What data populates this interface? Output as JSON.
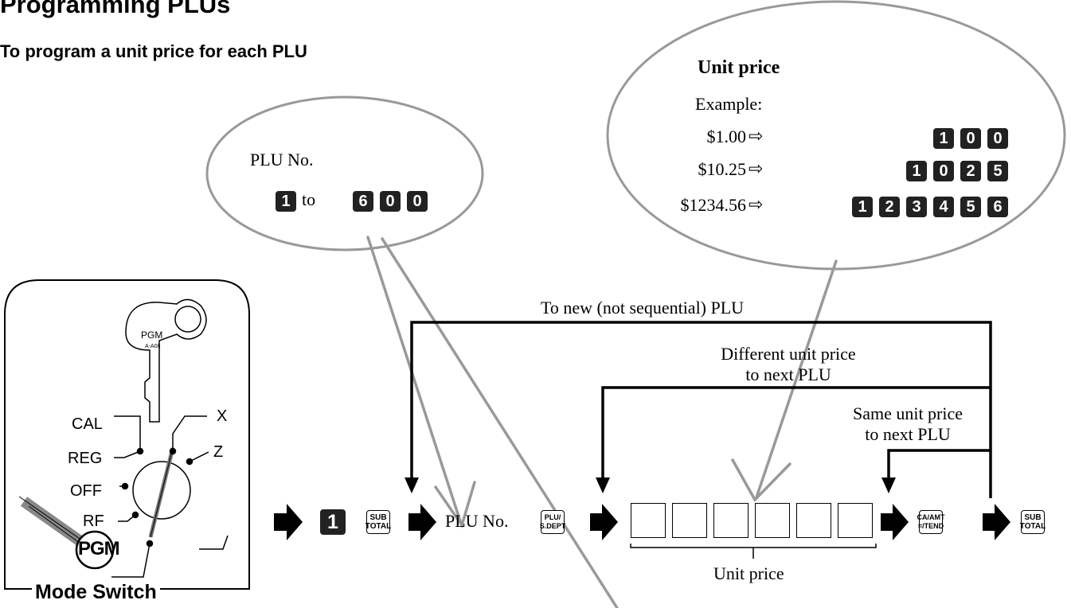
{
  "heading": {
    "title": "Programming PLUs",
    "subtitle": "To program a unit price for each PLU"
  },
  "plu_bubble": {
    "label": "PLU No.",
    "range_from": [
      "1"
    ],
    "range_word": "to",
    "range_to": [
      "6",
      "0",
      "0"
    ]
  },
  "price_bubble": {
    "title": "Unit price",
    "example_label": "Example:",
    "examples": [
      {
        "amount": "$1.00",
        "arrow": "⇨",
        "keys": [
          "1",
          "0",
          "0"
        ]
      },
      {
        "amount": "$10.25",
        "arrow": "⇨",
        "keys": [
          "1",
          "0",
          "2",
          "5"
        ]
      },
      {
        "amount": "$1234.56",
        "arrow": "⇨",
        "keys": [
          "1",
          "2",
          "3",
          "4",
          "5",
          "6"
        ]
      }
    ]
  },
  "mode_switch": {
    "title": "Mode Switch",
    "key_label": "PGM",
    "key_code": "A-A08",
    "positions": [
      "CAL",
      "REG",
      "OFF",
      "RF",
      "PGM",
      "X",
      "Z"
    ],
    "selected": "PGM"
  },
  "sequence": {
    "step_key": "1",
    "subtotal_key": [
      "SUB",
      "TOTAL"
    ],
    "plu_label": "PLU No.",
    "plu_key": [
      "PLU/",
      "S.DEPT"
    ],
    "price_label": "Unit price",
    "caamt_key": [
      "CA/AMT",
      "=/TEND"
    ],
    "final_key": [
      "SUB",
      "TOTAL"
    ]
  },
  "loops": {
    "new_plu": "To new (not sequential) PLU",
    "different_price_1": "Different unit price",
    "different_price_2": "to next PLU",
    "same_price_1": "Same unit price",
    "same_price_2": "to next PLU"
  }
}
